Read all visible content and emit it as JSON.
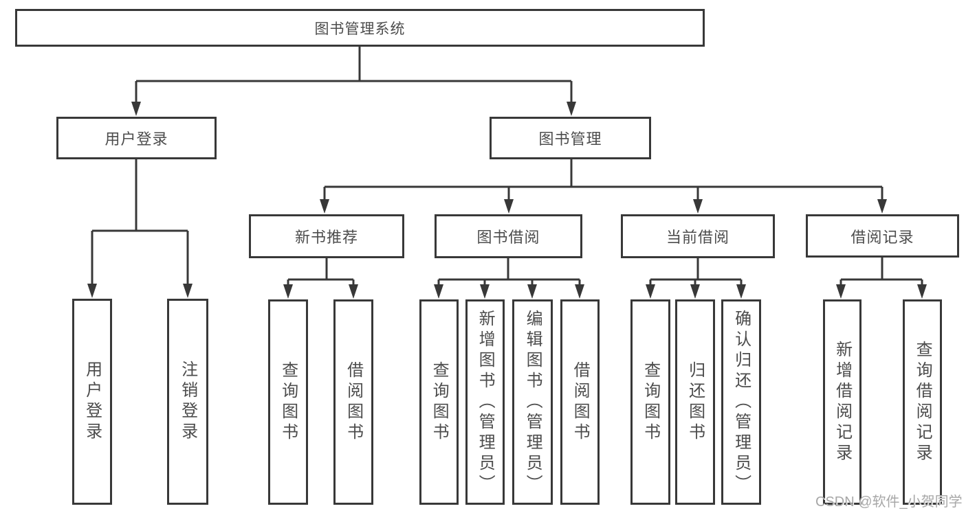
{
  "tree": {
    "root": "图书管理系统",
    "branches": [
      {
        "label": "用户登录",
        "children": [
          "用户登录",
          "注销登录"
        ]
      },
      {
        "label": "图书管理",
        "groups": [
          {
            "label": "新书推荐",
            "children": [
              "查询图书",
              "借阅图书"
            ]
          },
          {
            "label": "图书借阅",
            "children": [
              "查询图书",
              "新增图书（管理员）",
              "编辑图书（管理员）",
              "借阅图书"
            ]
          },
          {
            "label": "当前借阅",
            "children": [
              "查询图书",
              "归还图书",
              "确认归还（管理员）"
            ]
          },
          {
            "label": "借阅记录",
            "children": [
              "新增借阅记录",
              "查询借阅记录"
            ]
          }
        ]
      }
    ]
  },
  "watermark": {
    "text": "CSDN @软件_小贺同学"
  },
  "colors": {
    "line": "#383838",
    "border": "#383838",
    "text": "#4c4c4c",
    "watermark": "#a7a7a7"
  }
}
